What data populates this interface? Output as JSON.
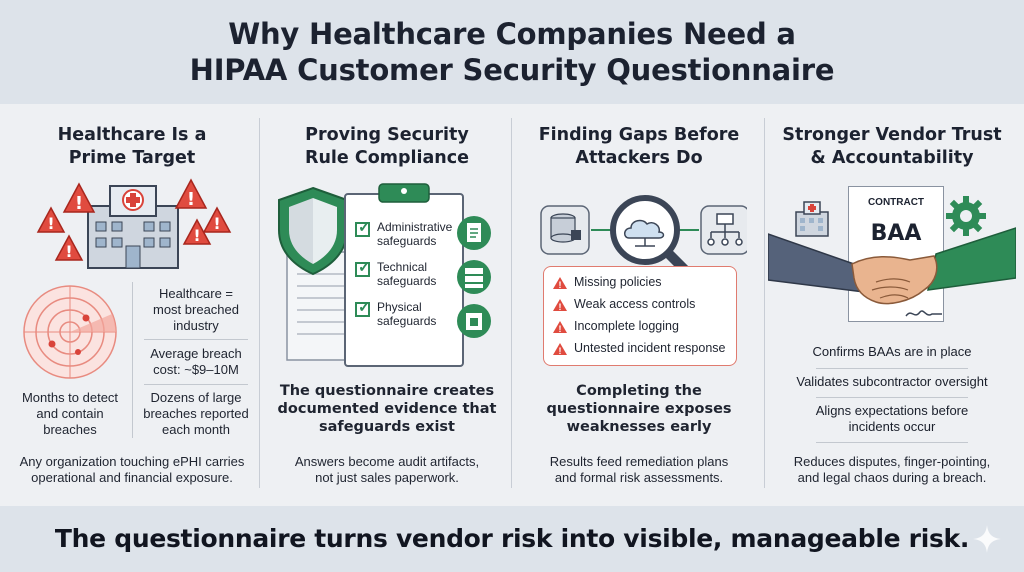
{
  "header": {
    "title_line1": "Why Healthcare Companies Need a",
    "title_line2": "HIPAA Customer Security Questionnaire"
  },
  "panels": [
    {
      "title_line1": "Healthcare Is a",
      "title_line2": "Prime Target",
      "stats": [
        {
          "line1": "Healthcare =",
          "line2": "most breached",
          "line3": "industry"
        },
        {
          "line1": "Average breach",
          "line2": "cost: ~$9–10M"
        },
        {
          "line1": "Dozens of large",
          "line2": "breaches reported",
          "line3": "each month"
        }
      ],
      "radar_caption": {
        "line1": "Months to detect",
        "line2": "and contain",
        "line3": "breaches"
      },
      "footer": {
        "line1": "Any organization touching ePHI carries",
        "line2": "operational and financial exposure."
      }
    },
    {
      "title_line1": "Proving Security",
      "title_line2": "Rule Compliance",
      "checks": [
        {
          "line1": "Administrative",
          "line2": "safeguards"
        },
        {
          "line1": "Technical",
          "line2": "safeguards"
        },
        {
          "line1": "Physical",
          "line2": "safeguards"
        }
      ],
      "bold": {
        "line1": "The questionnaire creates",
        "line2": "documented evidence that",
        "line3": "safeguards exist"
      },
      "footer": {
        "line1": "Answers become audit artifacts,",
        "line2": "not just sales paperwork."
      }
    },
    {
      "title_line1": "Finding Gaps Before",
      "title_line2": "Attackers Do",
      "gaps": [
        "Missing policies",
        "Weak access controls",
        "Incomplete logging",
        "Untested incident response"
      ],
      "bold": {
        "line1": "Completing the",
        "line2": "questionnaire exposes",
        "line3": "weaknesses early"
      },
      "footer": {
        "line1": "Results feed remediation plans",
        "line2": "and formal risk assessments."
      }
    },
    {
      "title_line1": "Stronger Vendor Trust",
      "title_line2": "& Accountability",
      "contract_label": "CONTRACT",
      "contract_title": "BAA",
      "points": [
        {
          "line1": "Confirms BAAs are in place"
        },
        {
          "line1": "Validates subcontractor oversight"
        },
        {
          "line1": "Aligns expectations before",
          "line2": "incidents occur"
        }
      ],
      "footer": {
        "line1": "Reduces disputes, finger-pointing,",
        "line2": "and legal chaos during a breach."
      }
    }
  ],
  "banner": "The questionnaire turns vendor risk into visible, manageable risk.",
  "colors": {
    "red": "#e04b3f",
    "green": "#2e8b57",
    "navy": "#1c2230",
    "blue_header": "#dde3ea"
  },
  "icons": [
    "hospital-icon",
    "warning-icon",
    "radar-icon",
    "shield-icon",
    "clipboard-icon",
    "document-icon",
    "server-icon",
    "lock-icon",
    "magnifier-icon",
    "database-icon",
    "cloud-icon",
    "network-icon",
    "contract-icon",
    "handshake-icon",
    "gear-icon",
    "sparkle-icon"
  ]
}
